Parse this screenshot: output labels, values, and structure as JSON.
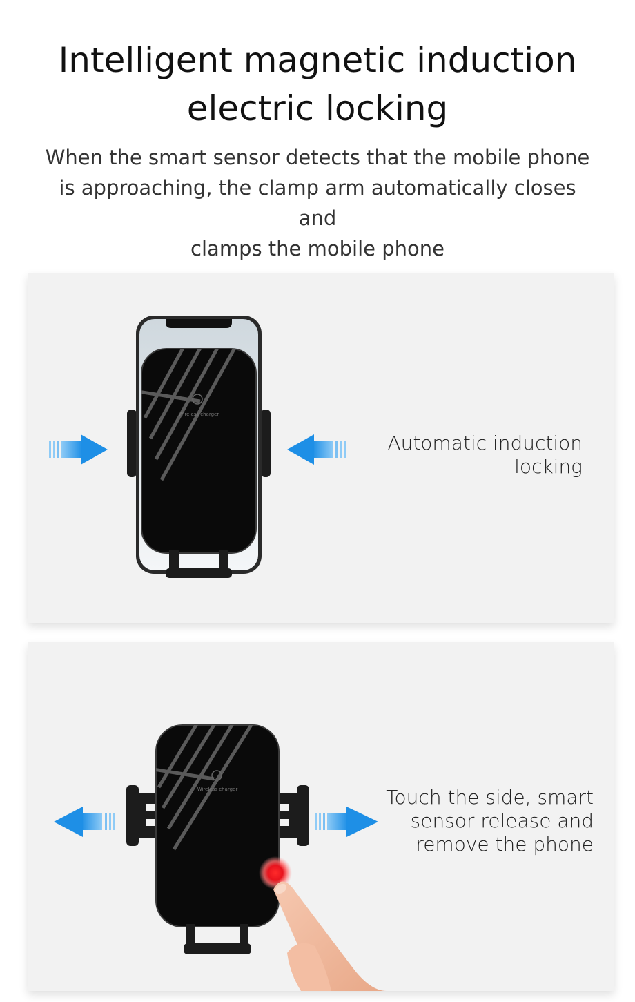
{
  "header": {
    "title_line1": "Intelligent magnetic induction",
    "title_line2": "electric locking",
    "subtitle_line1": "When the smart sensor detects that the mobile phone",
    "subtitle_line2": "is approaching, the clamp arm automatically closes and",
    "subtitle_line3": "clamps the mobile phone"
  },
  "panel_locking": {
    "caption_line1": "Automatic induction",
    "caption_line2": "locking",
    "charger_label": "Wireless charger",
    "arrow_direction": "inward"
  },
  "panel_release": {
    "caption_line1": "Touch the side, smart",
    "caption_line2": "sensor release and",
    "caption_line3": "remove the phone",
    "charger_label": "Wireless charger",
    "arrow_direction": "outward"
  },
  "colors": {
    "arrow_blue": "#1e8fe6",
    "panel_bg": "#f2f2f2",
    "touch_red": "#e8141e"
  }
}
